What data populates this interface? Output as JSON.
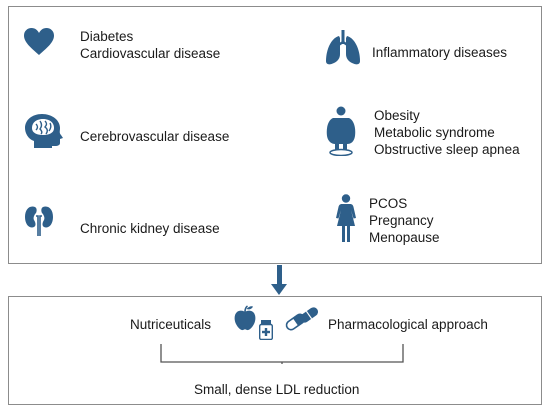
{
  "top_panel": {
    "items": [
      {
        "icon": "heart-icon",
        "lines": [
          "Diabetes",
          "Cardiovascular disease"
        ]
      },
      {
        "icon": "lungs-icon",
        "lines": [
          "Inflammatory diseases"
        ]
      },
      {
        "icon": "brain-icon",
        "lines": [
          "Cerebrovascular disease"
        ]
      },
      {
        "icon": "obese-person-icon",
        "lines": [
          "Obesity",
          "Metabolic syndrome",
          "Obstructive sleep apnea"
        ]
      },
      {
        "icon": "kidneys-icon",
        "lines": [
          "Chronic kidney disease"
        ]
      },
      {
        "icon": "woman-icon",
        "lines": [
          "PCOS",
          "Pregnancy",
          "Menopause"
        ]
      }
    ]
  },
  "bottom_panel": {
    "left_label": "Nutriceuticals",
    "right_label": "Pharmacological approach",
    "outcome": "Small, dense LDL reduction",
    "icons": [
      "apple-icon",
      "medicine-bottle-icon",
      "pill-capsules-icon"
    ]
  },
  "colors": {
    "icon": "#2e5f8a",
    "border": "#8c8c8c",
    "text": "#1a1a1a"
  }
}
